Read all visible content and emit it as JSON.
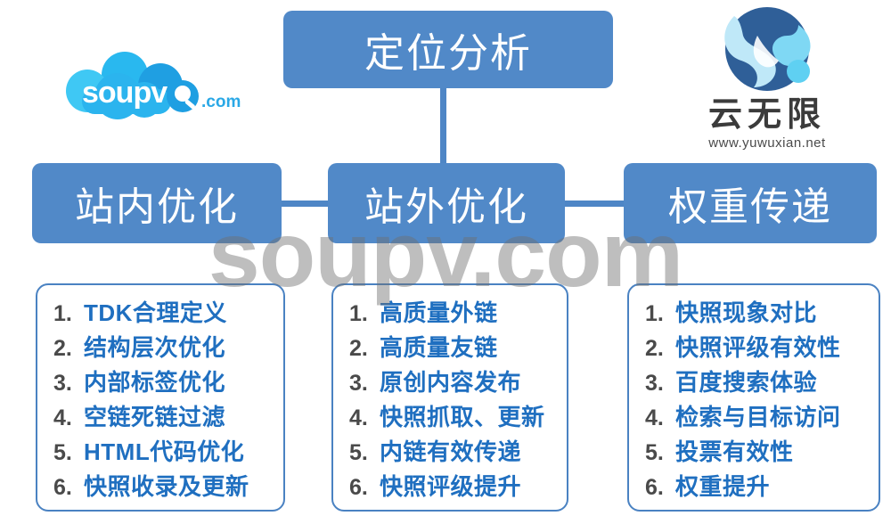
{
  "diagram": {
    "title_node": {
      "label": "定位分析"
    },
    "level2": [
      {
        "label": "站内优化"
      },
      {
        "label": "站外优化"
      },
      {
        "label": "权重传递"
      }
    ],
    "columns": [
      {
        "items": [
          {
            "num": "1.",
            "text": "TDK合理定义"
          },
          {
            "num": "2.",
            "text": "结构层次优化"
          },
          {
            "num": "3.",
            "text": "内部标签优化"
          },
          {
            "num": "4.",
            "text": "空链死链过滤"
          },
          {
            "num": "5.",
            "text": "HTML代码优化"
          },
          {
            "num": "6.",
            "text": "快照收录及更新"
          }
        ]
      },
      {
        "items": [
          {
            "num": "1.",
            "text": "高质量外链"
          },
          {
            "num": "2.",
            "text": "高质量友链"
          },
          {
            "num": "3.",
            "text": "原创内容发布"
          },
          {
            "num": "4.",
            "text": "快照抓取、更新"
          },
          {
            "num": "5.",
            "text": "内链有效传递"
          },
          {
            "num": "6.",
            "text": "快照评级提升"
          }
        ]
      },
      {
        "items": [
          {
            "num": "1.",
            "text": "快照现象对比"
          },
          {
            "num": "2.",
            "text": "快照评级有效性"
          },
          {
            "num": "3.",
            "text": "百度搜索体验"
          },
          {
            "num": "4.",
            "text": "检索与目标访问"
          },
          {
            "num": "5.",
            "text": "投票有效性"
          },
          {
            "num": "6.",
            "text": "权重提升"
          }
        ]
      }
    ]
  },
  "watermark": {
    "text": "soupv.com"
  },
  "logo_left": {
    "wordmark": "soupv",
    "suffix": ".com",
    "icon": "cloud-magnifier-icon"
  },
  "logo_right": {
    "name_cn": "云无限",
    "url": "www.yuwuxian.net",
    "icon": "circle-swirl-icon"
  },
  "colors": {
    "node_blue": "#5189c8",
    "connector_blue": "#4e86c6",
    "box_border": "#4a82c2",
    "item_text": "#1f6fc0",
    "item_num": "#4a4a4a",
    "watermark_gray": "#6e6e6e",
    "logo_cyan": "#3fc0f0",
    "logo_blue": "#1b9fe0",
    "logo_dark_blue": "#2f5f98"
  }
}
